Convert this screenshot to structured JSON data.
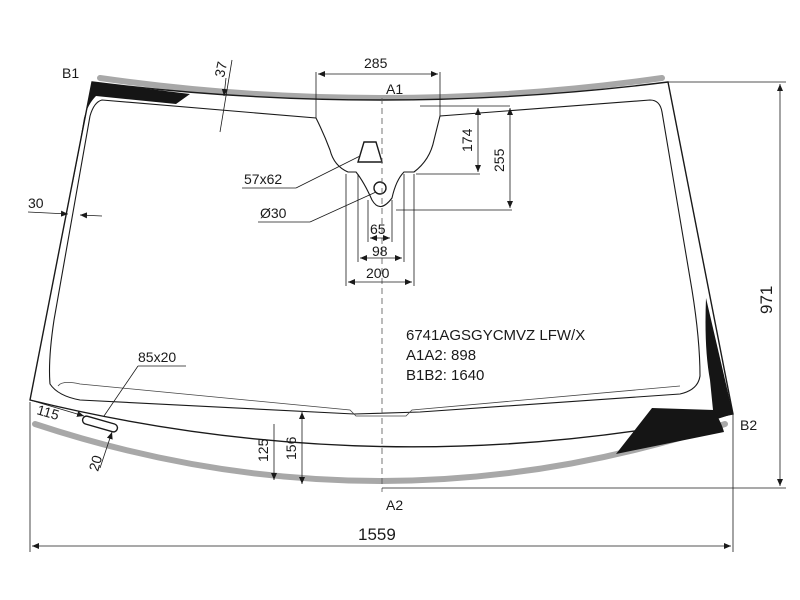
{
  "diagram": {
    "points": {
      "b1": "B1",
      "b2": "B2",
      "a1": "A1",
      "a2": "A2"
    },
    "code": "6741AGSGYCMVZ LFW/X",
    "a1a2": "A1A2: 898",
    "b1b2": "B1B2: 1640",
    "dims": {
      "d285": "285",
      "d37": "37",
      "d174": "174",
      "d255": "255",
      "d30": "30",
      "d57x62": "57x62",
      "d_o30": "Ø30",
      "d65": "65",
      "d98": "98",
      "d200": "200",
      "d971": "971",
      "d85x20": "85x20",
      "d115": "115",
      "d20": "20",
      "d125": "125",
      "d156": "156",
      "d1559": "1559"
    },
    "colors": {
      "line": "#1a1a1a",
      "strip": "#a8a8a8",
      "ceramic": "#151515"
    }
  }
}
